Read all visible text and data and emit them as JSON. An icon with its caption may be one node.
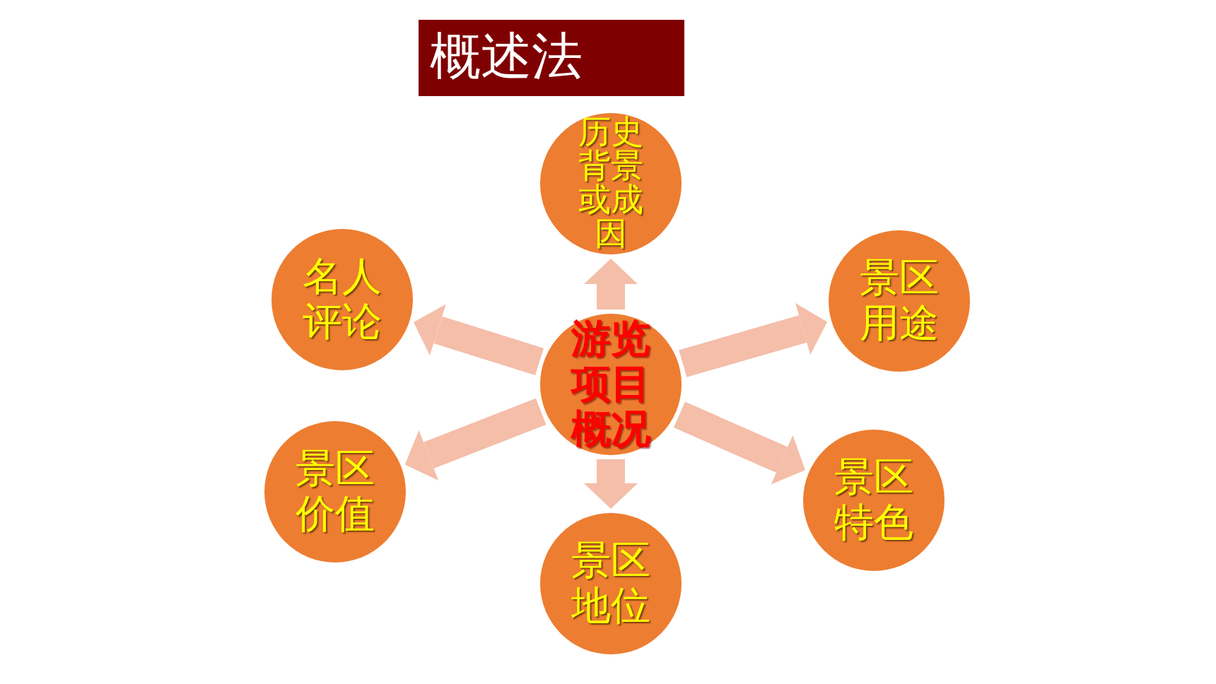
{
  "diagram": {
    "title": "概述法",
    "nodes": [
      {
        "text": [
          "历史背景或成因"
        ]
      },
      {
        "text": [
          "名人评论"
        ]
      },
      {
        "text": [
          "景区用途"
        ]
      },
      {
        "text": [
          "游览项目概况"
        ]
      },
      {
        "text": [
          "景区价值"
        ]
      },
      {
        "text": [
          "景区特色"
        ]
      },
      {
        "text": [
          "景区地位"
        ]
      }
    ],
    "edges": [
      {
        "from": 3,
        "to": 0,
        "arrow": "to"
      },
      {
        "from": 3,
        "to": 1,
        "arrow": "to"
      },
      {
        "from": 3,
        "to": 2,
        "arrow": "to"
      },
      {
        "from": 3,
        "to": 4,
        "arrow": "to"
      },
      {
        "from": 3,
        "to": 5,
        "arrow": "to"
      },
      {
        "from": 3,
        "to": 6,
        "arrow": "to"
      }
    ]
  }
}
